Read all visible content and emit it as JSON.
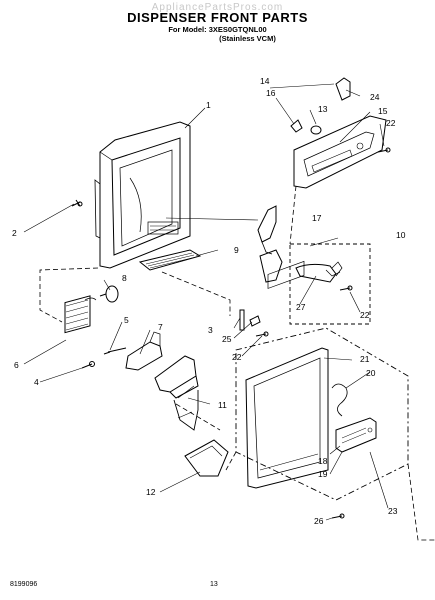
{
  "header": {
    "watermark": "AppliancePartsPros.com",
    "title": "DISPENSER FRONT PARTS",
    "model_line": "For Model: 3XES0GTQNL00",
    "variant": "(Stainless VCM)"
  },
  "callouts": [
    "1",
    "2",
    "3",
    "4",
    "5",
    "6",
    "7",
    "8",
    "9",
    "10",
    "11",
    "12",
    "13",
    "14",
    "15",
    "16",
    "17",
    "18",
    "19",
    "20",
    "21",
    "22",
    "22",
    "22",
    "22",
    "23",
    "24",
    "25",
    "26",
    "27"
  ],
  "footer": {
    "doc_number": "8199096",
    "page_number": "13"
  }
}
